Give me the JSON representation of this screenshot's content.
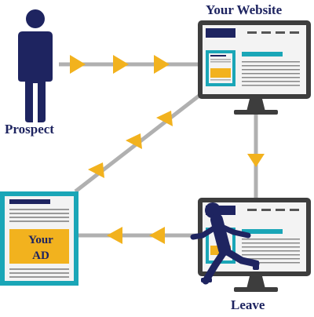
{
  "labels": {
    "website": "Your Website",
    "prospect": "Prospect",
    "leave": "Leave"
  },
  "ad": {
    "line1": "Your",
    "line2": "AD"
  },
  "colors": {
    "navy": "#1e2460",
    "teal": "#1aa6b7",
    "gold": "#f2b21e",
    "gray_line": "#b0b0b0",
    "dark_gray": "#3d3d3d",
    "light_gray": "#f3f3f3"
  }
}
